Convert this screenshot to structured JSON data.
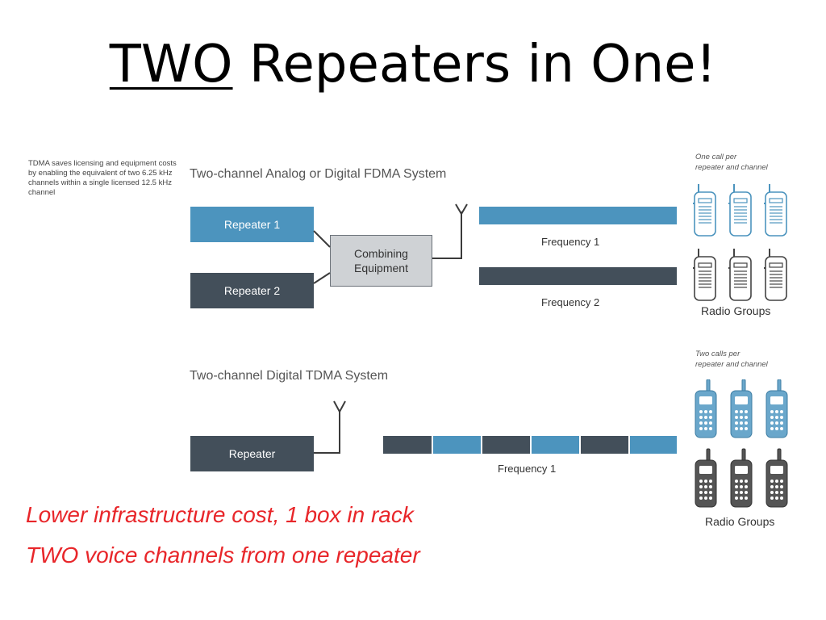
{
  "title": {
    "underlined": "TWO",
    "rest": " Repeaters in One!"
  },
  "note": "TDMA saves licensing and equipment costs by enabling the equivalent of two 6.25 kHz channels within a single licensed 12.5 kHz channel",
  "fdma": {
    "heading": "Two-channel Analog or Digital FDMA System",
    "repeater1": "Repeater 1",
    "repeater2": "Repeater 2",
    "combiner_line1": "Combining",
    "combiner_line2": "Equipment",
    "freq1": "Frequency 1",
    "freq2": "Frequency 2",
    "caption_line1": "One call per",
    "caption_line2": "repeater and channel",
    "groups": "Radio Groups"
  },
  "tdma": {
    "heading": "Two-channel Digital TDMA System",
    "repeater": "Repeater",
    "freq": "Frequency 1",
    "caption_line1": "Two calls per",
    "caption_line2": "repeater and channel",
    "groups": "Radio Groups"
  },
  "bullets": [
    "Lower infrastructure cost, 1 box in rack",
    "TWO voice channels from one repeater"
  ],
  "colors": {
    "light_blue": "#4c94be",
    "dark_slate": "#434f5a",
    "accent_red": "#e8262a"
  }
}
